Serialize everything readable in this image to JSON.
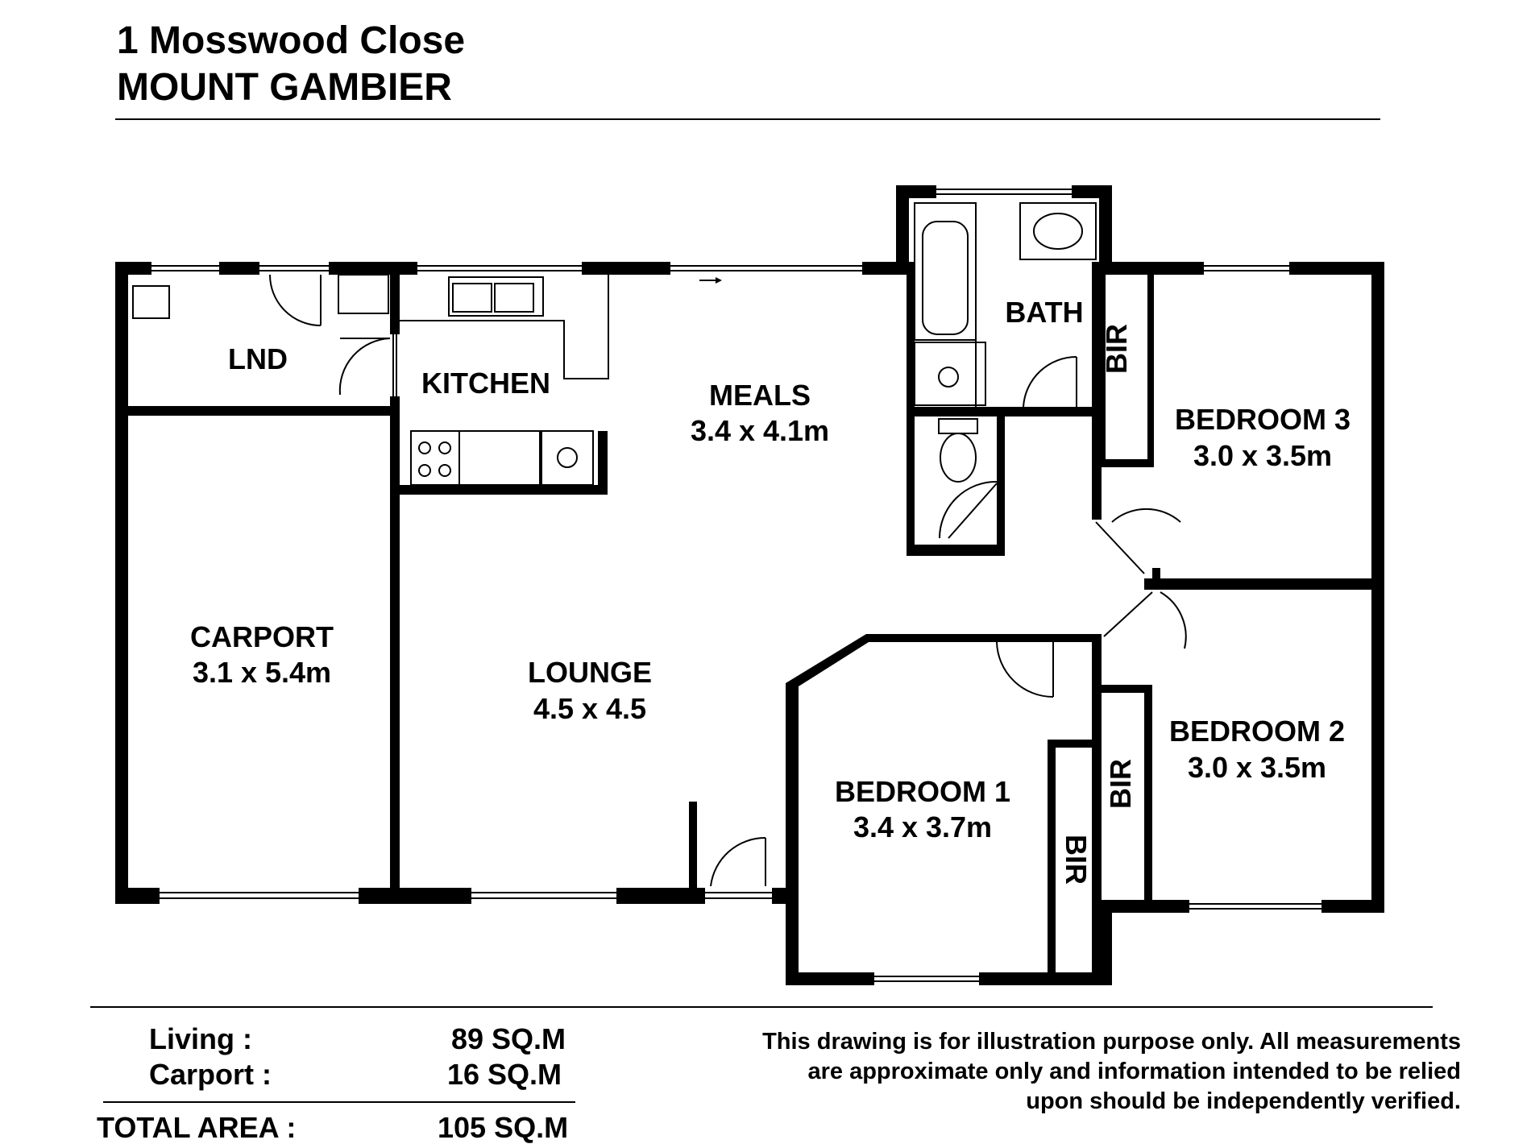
{
  "header": {
    "address_line1": "1 Mosswood Close",
    "address_line2": "MOUNT GAMBIER"
  },
  "rooms": {
    "lnd": "LND",
    "kitchen": "KITCHEN",
    "meals": "MEALS",
    "meals_dims": "3.4 x 4.1m",
    "bath": "BATH",
    "bir_bed3": "BIR",
    "bedroom3": "BEDROOM 3",
    "bedroom3_dims": "3.0 x 3.5m",
    "carport": "CARPORT",
    "carport_dims": "3.1 x 5.4m",
    "lounge": "LOUNGE",
    "lounge_dims": "4.5 x 4.5",
    "bedroom1": "BEDROOM 1",
    "bedroom1_dims": "3.4 x 3.7m",
    "bir_bed1": "BIR",
    "bir_bed2": "BIR",
    "bedroom2": "BEDROOM 2",
    "bedroom2_dims": "3.0 x 3.5m"
  },
  "areas": {
    "living_label": "Living :",
    "living_value": "89 SQ.M",
    "carport_label": "Carport  :",
    "carport_value": "16 SQ.M",
    "total_label": "TOTAL AREA :",
    "total_value": "105 SQ.M"
  },
  "disclaimer": {
    "line1": "This drawing is for illustration purpose only. All measurements",
    "line2": "are approximate only and information intended to be relied",
    "line3": "upon should be independently verified."
  }
}
